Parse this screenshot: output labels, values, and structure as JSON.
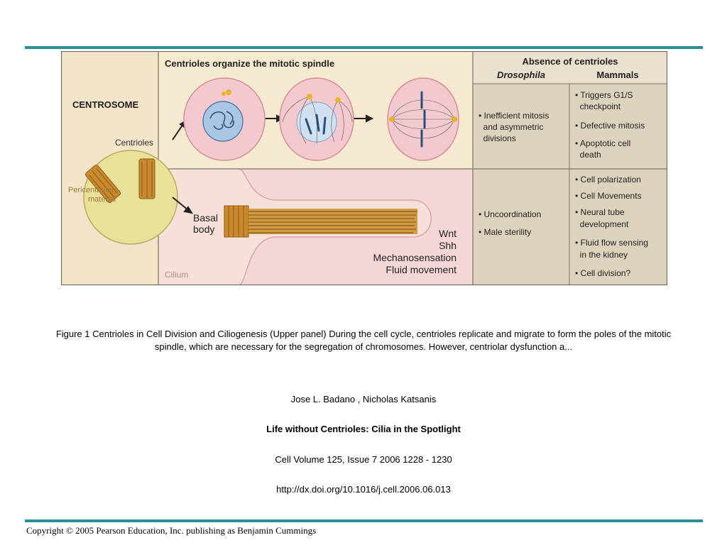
{
  "figure": {
    "centrosome_label": "CENTROSOME",
    "centrioles_label": "Centrioles",
    "pericentriolar_line1": "Pericentriolar",
    "pericentriolar_line2": "material",
    "spindle_header": "Centrioles organize the mitotic spindle",
    "absence_header": "Absence of centrioles",
    "col_drosophila": "Drosophila",
    "col_mammals": "Mammals",
    "drosophila_spindle": [
      "• Inefficient mitosis",
      "  and asymmetric",
      "  divisions"
    ],
    "mammals_spindle": [
      "• Triggers G1/S",
      "  checkpoint",
      "• Defective mitosis",
      "• Apoptotic cell",
      "  death"
    ],
    "basal_line1": "Basal",
    "basal_line2": "body",
    "cilium_label": "Cilium",
    "signals": [
      "Wnt",
      "Shh",
      "Mechanosensation",
      "Fluid movement"
    ],
    "drosophila_cilium": [
      "• Uncoordination",
      "• Male sterility"
    ],
    "mammals_cilium": [
      "• Cell polarization",
      "• Cell Movements",
      "• Neural tube",
      "  development",
      "• Fluid flow sensing",
      "  in the kidney",
      "• Cell division?"
    ]
  },
  "caption": "Figure 1   Centrioles in Cell Division and Ciliogenesis  (Upper panel) During the cell cycle, centrioles replicate and migrate to form the poles of the mitotic spindle, which are necessary for the segregation of chromosomes. However, centriolar dysfunction a...",
  "authors": "Jose L.  Badano , Nicholas  Katsanis",
  "article_title": "Life without Centrioles: Cilia in the Spotlight",
  "journal": "Cell Volume 125, Issue 7 2006 1228 - 1230",
  "doi": "http://dx.doi.org/10.1016/j.cell.2006.06.013",
  "copyright": "Copyright © 2005 Pearson Education, Inc. publishing as Benjamin Cummings",
  "colors": {
    "rule": "#2d8f96",
    "panel_beige": "#f3e6cc",
    "panel_tan": "#ddd3bd",
    "panel_pink": "#f4d6d6",
    "centrosome_yellow": "#e9e09a",
    "cell_pink": "#f3c9cf",
    "centriole_orange": "#c9892c"
  }
}
